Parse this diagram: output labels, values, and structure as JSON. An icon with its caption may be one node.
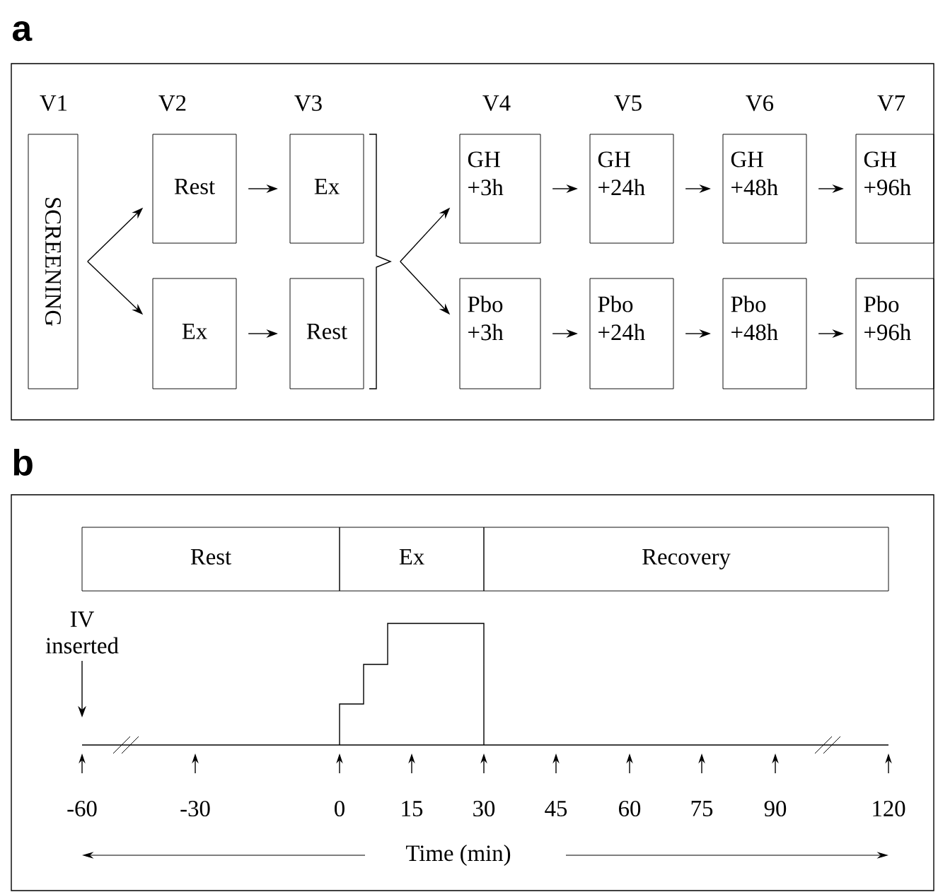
{
  "diagram": {
    "nodes": [
      {
        "text": [
          "a"
        ]
      },
      {
        "text": [
          "SCREENING"
        ],
        "in": 0
      },
      {
        "text": [
          "Rest"
        ],
        "in": 0
      },
      {
        "text": [
          "Ex"
        ],
        "in": 0
      },
      {
        "text": [
          "Ex"
        ],
        "in": 0
      },
      {
        "text": [
          "Rest"
        ],
        "in": 0
      },
      {
        "text": [],
        "shape": "bracket",
        "in": 0
      },
      {
        "text": [
          "GH +3h"
        ],
        "in": 0
      },
      {
        "text": [
          "GH +24h"
        ],
        "in": 0
      },
      {
        "text": [
          "GH +48h"
        ],
        "in": 0
      },
      {
        "text": [
          "GH +96h"
        ],
        "in": 0
      },
      {
        "text": [
          "Pbo +3h"
        ],
        "in": 0
      },
      {
        "text": [
          "Pbo +24h"
        ],
        "in": 0
      },
      {
        "text": [
          "Pbo +48h"
        ],
        "in": 0
      },
      {
        "text": [
          "Pbo +96h"
        ],
        "in": 0
      },
      {
        "text": [
          "b"
        ]
      },
      {
        "text": [
          "Rest"
        ],
        "in": 15
      },
      {
        "text": [
          "Ex"
        ],
        "in": 15
      },
      {
        "text": [
          "Recovery"
        ],
        "in": 15
      },
      {
        "text": [
          "IV inserted"
        ],
        "in": 15
      }
    ],
    "edges": [
      {
        "from": 1,
        "to": 2,
        "arrow": "to"
      },
      {
        "from": 1,
        "to": 4,
        "arrow": "to"
      },
      {
        "from": 2,
        "to": 3,
        "arrow": "to"
      },
      {
        "from": 4,
        "to": 5,
        "arrow": "to"
      },
      {
        "from": 6,
        "to": 7,
        "arrow": "to"
      },
      {
        "from": 6,
        "to": 11,
        "arrow": "to"
      },
      {
        "from": 7,
        "to": 8,
        "arrow": "to"
      },
      {
        "from": 8,
        "to": 9,
        "arrow": "to"
      },
      {
        "from": 9,
        "to": 10,
        "arrow": "to"
      },
      {
        "from": 11,
        "to": 12,
        "arrow": "to"
      },
      {
        "from": 12,
        "to": 13,
        "arrow": "to"
      },
      {
        "from": 13,
        "to": 14,
        "arrow": "to"
      },
      {
        "from": 19,
        "to": null,
        "arrow": "to"
      }
    ],
    "labels": [
      "V1",
      "V2",
      "V3",
      "V4",
      "V5",
      "V6",
      "V7",
      "-60",
      "-30",
      "0",
      "15",
      "30",
      "45",
      "60",
      "75",
      "90",
      "120",
      "Time (min)"
    ]
  }
}
